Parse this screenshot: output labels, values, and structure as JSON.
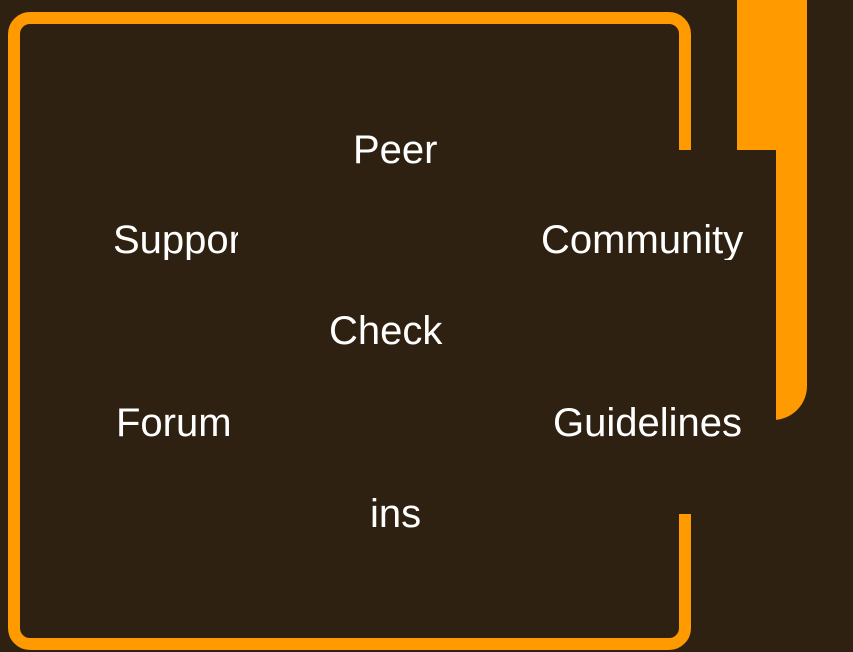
{
  "colors": {
    "background": "#2e2111",
    "accent": "#ff9a00",
    "text": "#ffffff"
  },
  "labels": {
    "peer": "Peer",
    "support": "Support",
    "community": "Community",
    "check": "Check",
    "forum": "Forum",
    "guidelines": "Guidelines",
    "ins": "ins"
  }
}
